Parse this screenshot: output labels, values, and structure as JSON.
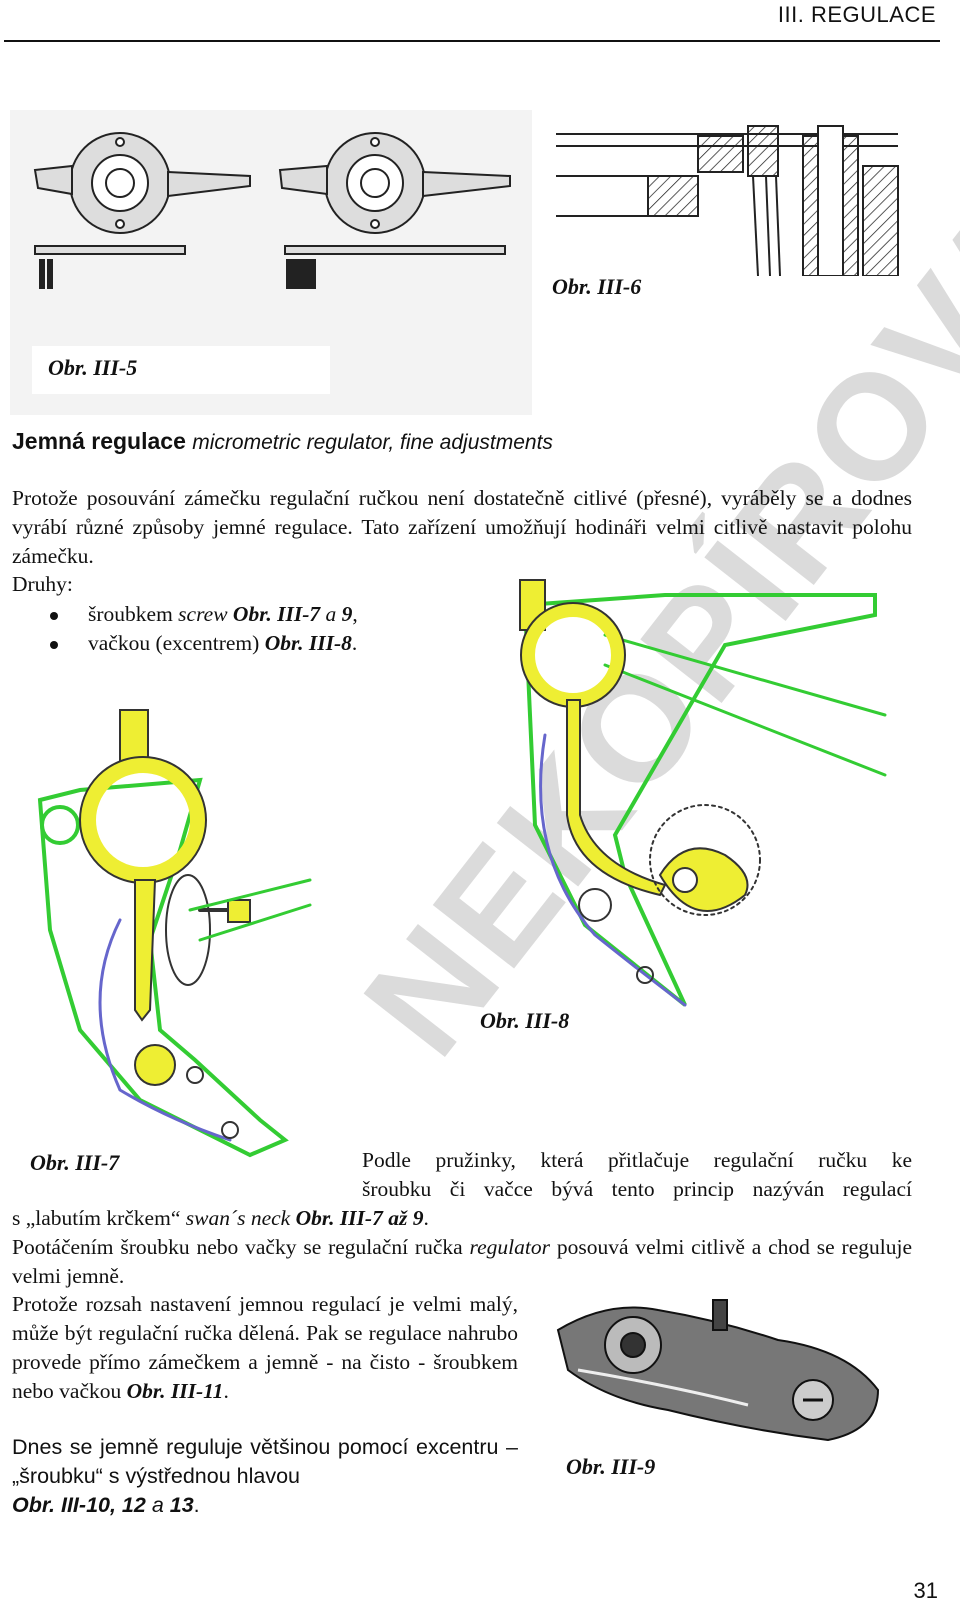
{
  "header": {
    "section": "III. REGULACE"
  },
  "figures": {
    "fig5": "Obr. III-5",
    "fig6": "Obr. III-6",
    "fig7": "Obr. III-7",
    "fig8": "Obr. III-8",
    "fig9": "Obr. III-9"
  },
  "heading": {
    "bold": "Jemná regulace",
    "italic": "micrometric regulator, fine adjustments"
  },
  "intro": "Protože posouvání zámečku regulační ručkou není dostatečně citlivé (přesné), vyráběly se a dodnes vyrábí různé způsoby jemné regulace. Tato zařízení umožňují hodináři velmi citlivě nastavit polohu zámečku.",
  "types_label": "Druhy:",
  "bullets": [
    {
      "text": "šroubkem ",
      "en": "screw",
      "ref": " Obr. III-7",
      "a": " a ",
      "ref2": "9",
      "end": ","
    },
    {
      "text": "vačkou (excentrem) ",
      "en": "",
      "ref": "Obr. III-8",
      "a": "",
      "ref2": "",
      "end": "."
    }
  ],
  "spring_para": {
    "l1": "Podle pružinky, která přitlačuje regulační ručku ke",
    "l2": "šroubku či vačce bývá tento princip nazýván regulací",
    "l3a": "s „labutím krčkem“ ",
    "l3b": "swan´s neck",
    "l3c": "Obr. III-7 až 9",
    "l3d": "."
  },
  "turn_para": {
    "a": "Pootáčením šroubku nebo vačky se regulační ručka ",
    "b": "regulator",
    "c": " posouvá velmi citlivě a chod se reguluje velmi jemně."
  },
  "range_para": {
    "a": "Protože rozsah nastavení jemnou regulací je velmi malý, může být regulační ručka dělená. Pak se regulace nahrubo provede přímo zámečkem a jemně - na čisto - šroubkem nebo vačkou ",
    "b": "Obr. III-11",
    "c": "."
  },
  "final_para": {
    "a": "Dnes se jemně reguluje většinou pomocí excentru – „šroubku“ s výstřednou hlavou",
    "b": "Obr. III-10, 12",
    "c": " a ",
    "d": "13",
    "e": "."
  },
  "watermark": "NEKOPÍROVAT",
  "page_number": "31"
}
